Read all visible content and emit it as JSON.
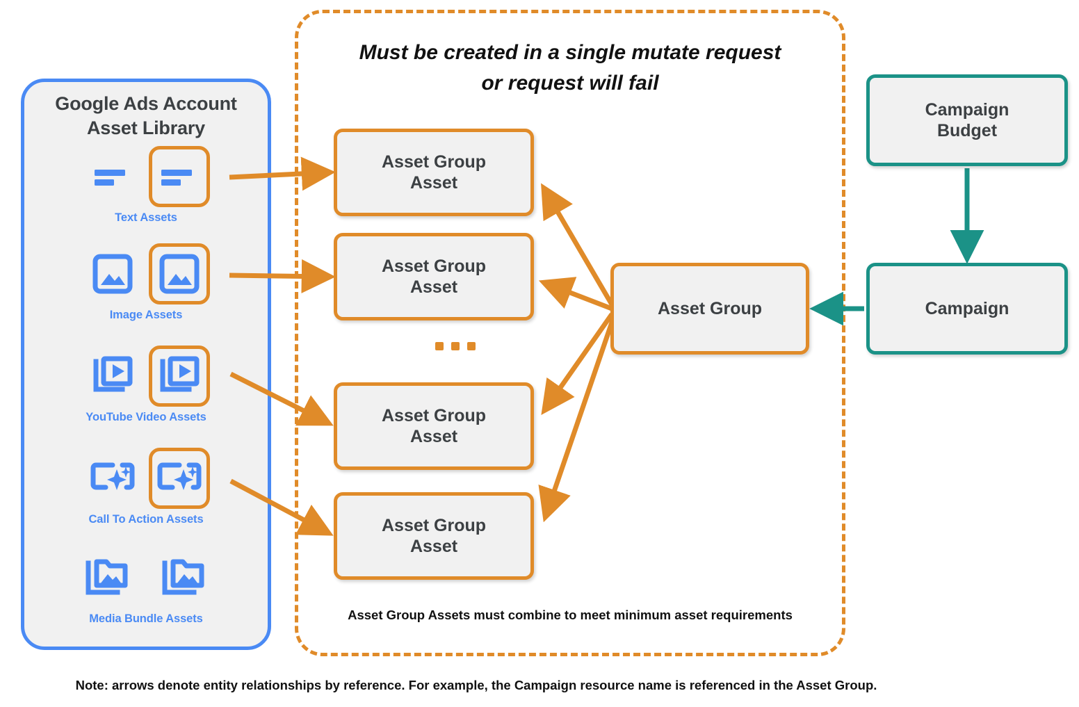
{
  "library": {
    "title_line1": "Google Ads Account",
    "title_line2": "Asset Library",
    "border_color": "#4a8af4",
    "items": [
      {
        "caption": "Text Assets",
        "icon": "text-asset-icon"
      },
      {
        "caption": "Image Assets",
        "icon": "image-asset-icon"
      },
      {
        "caption": "YouTube Video  Assets",
        "icon": "video-asset-icon"
      },
      {
        "caption": "Call To Action Assets",
        "icon": "call-to-action-asset-icon"
      },
      {
        "caption": "Media Bundle  Assets",
        "icon": "media-bundle-asset-icon"
      }
    ]
  },
  "mutate_panel": {
    "title_line1": "Must be created in a single mutate request",
    "title_line2": "or request will fail",
    "footnote": "Asset Group Assets must combine to meet minimum asset requirements",
    "border_color": "#e08b29"
  },
  "nodes": {
    "asset_group_assets": [
      {
        "line1": "Asset Group",
        "line2": "Asset"
      },
      {
        "line1": "Asset Group",
        "line2": "Asset"
      },
      {
        "line1": "Asset Group",
        "line2": "Asset"
      },
      {
        "line1": "Asset Group",
        "line2": "Asset"
      }
    ],
    "asset_group": {
      "label": "Asset Group"
    },
    "campaign_budget": {
      "line1": "Campaign",
      "line2": "Budget"
    },
    "campaign": {
      "label": "Campaign"
    }
  },
  "ellipsis": "...",
  "bottom_note": "Note: arrows denote entity relationships by reference. For example, the Campaign resource name is referenced in the Asset Group.",
  "colors": {
    "orange": "#e08b29",
    "blue": "#4a8af4",
    "teal": "#1b9287",
    "node_fill": "#f1f1f1",
    "text_dark": "#3c4043"
  }
}
